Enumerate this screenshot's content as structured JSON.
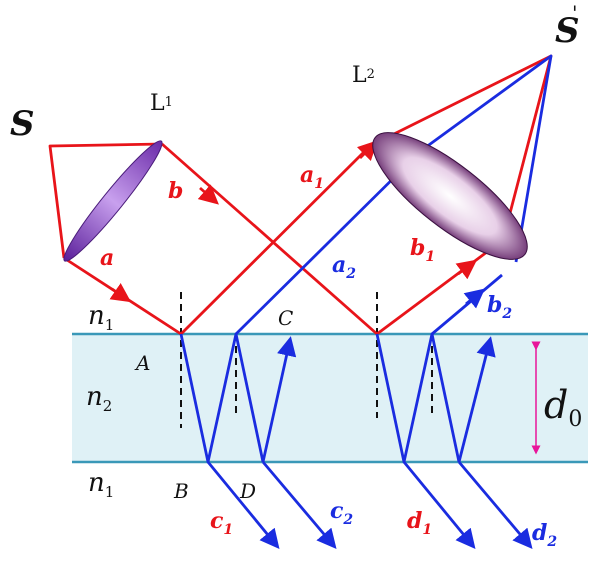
{
  "labels": {
    "source": "S",
    "image": "S",
    "image_prime": "'",
    "lens1_main": "L",
    "lens1_sub": "1",
    "lens2_main": "L",
    "lens2_sub": "2",
    "a": "a",
    "b": "b",
    "a1_main": "a",
    "a1_sub": "1",
    "a2_main": "a",
    "a2_sub": "2",
    "b1_main": "b",
    "b1_sub": "1",
    "b2_main": "b",
    "b2_sub": "2",
    "c1_main": "c",
    "c1_sub": "1",
    "c2_main": "c",
    "c2_sub": "2",
    "d1_main": "d",
    "d1_sub": "1",
    "d2_main": "d",
    "d2_sub": "2",
    "n1_top_main": "n",
    "n1_top_sub": "1",
    "n2_main": "n",
    "n2_sub": "2",
    "n1_bottom_main": "n",
    "n1_bottom_sub": "1",
    "A": "A",
    "B": "B",
    "C": "C",
    "D": "D",
    "d0_main": "d",
    "d0_sub": "0"
  },
  "colors": {
    "red_ray": "#e8141a",
    "blue_ray": "#1a2ce0",
    "film_fill": "#dff1f6",
    "film_border": "#3a98b8",
    "thickness_arrow": "#e8159a",
    "lens": "#8a3fb8"
  }
}
